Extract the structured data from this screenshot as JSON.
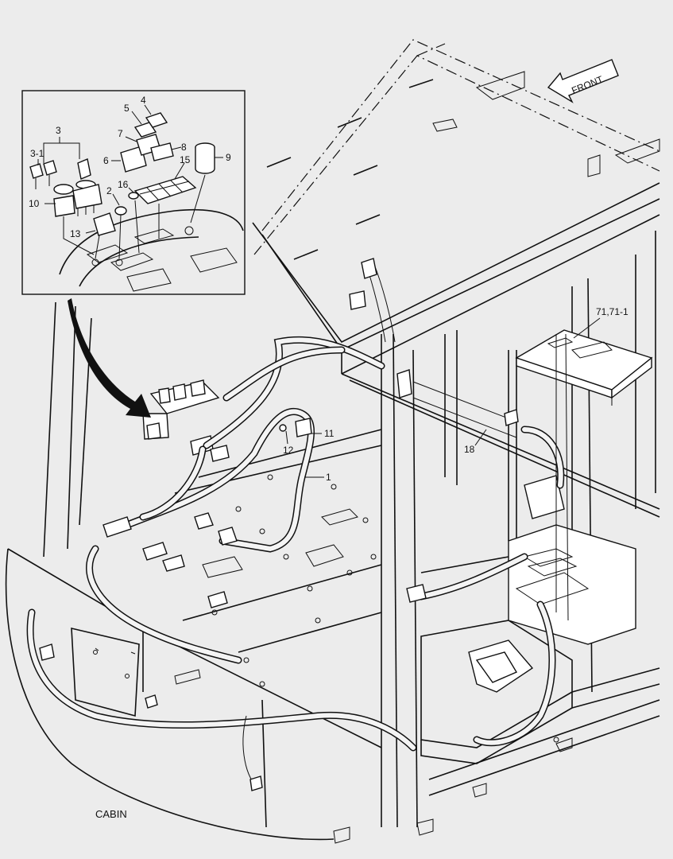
{
  "front_arrow": {
    "label": "FRONT"
  },
  "caption": "CABIN",
  "callouts": {
    "c1": "1",
    "c2": "2",
    "c3": "3",
    "c3_1": "3-1",
    "c4": "4",
    "c5": "5",
    "c6": "6",
    "c7": "7",
    "c8": "8",
    "c9": "9",
    "c10": "10",
    "c11": "11",
    "c12": "12",
    "c13": "13",
    "c15": "15",
    "c16": "16",
    "c18": "18",
    "c71": "71,71-1"
  }
}
